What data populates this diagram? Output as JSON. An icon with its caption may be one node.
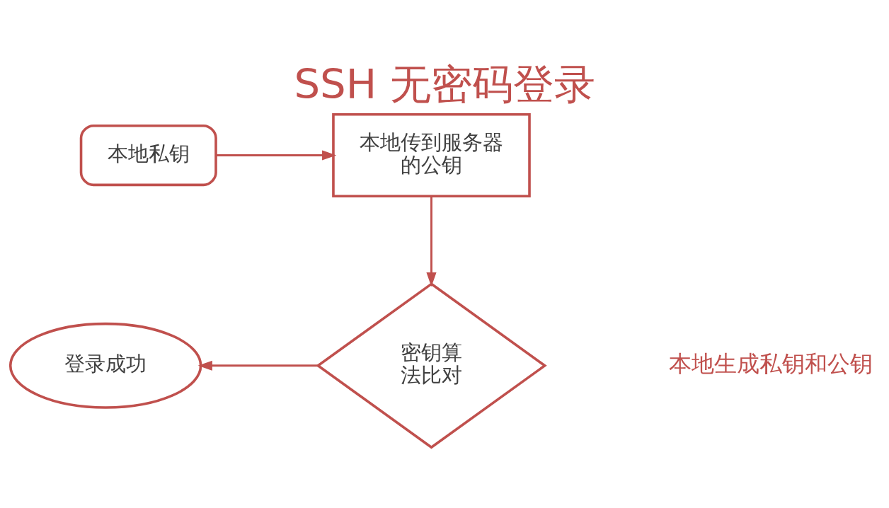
{
  "diagram": {
    "title": "SSH 无密码登录",
    "nodes": [
      {
        "text": [
          "本地私钥"
        ]
      },
      {
        "text": [
          "本地传到服务器的公钥"
        ]
      },
      {
        "text": [
          "密钥算法比对"
        ]
      },
      {
        "text": [
          "登录成功"
        ]
      }
    ],
    "edges": [
      {
        "from": 0,
        "to": 1,
        "arrow": "to"
      },
      {
        "from": 1,
        "to": 2,
        "arrow": "to"
      },
      {
        "from": 2,
        "to": 3,
        "arrow": "to"
      }
    ],
    "labels": [
      "本地生成私钥和公钥"
    ]
  }
}
